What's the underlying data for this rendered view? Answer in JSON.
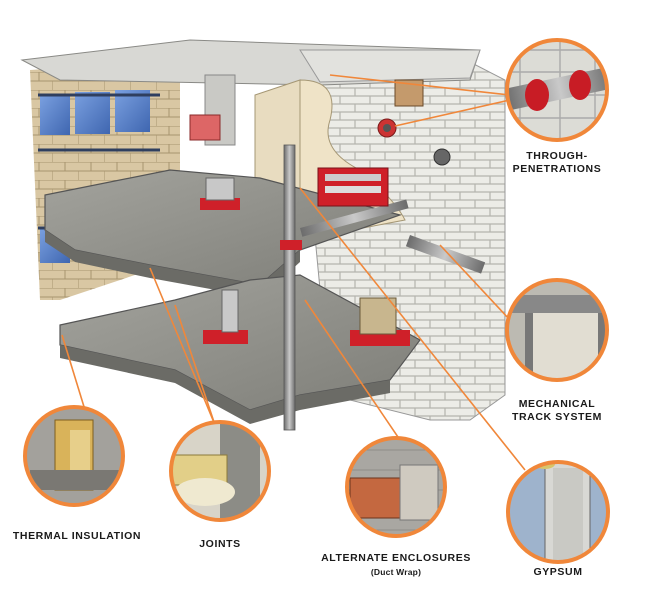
{
  "callouts": {
    "through_penetrations": {
      "line1": "THROUGH-",
      "line2": "PENETRATIONS"
    },
    "mechanical_track": {
      "line1": "MECHANICAL",
      "line2": "TRACK SYSTEM"
    },
    "gypsum": {
      "label": "GYPSUM"
    },
    "alternate_enclosures": {
      "label": "ALTERNATE ENCLOSURES",
      "sub": "(Duct Wrap)"
    },
    "joints": {
      "label": "JOINTS"
    },
    "thermal_insulation": {
      "label": "THERMAL INSULATION"
    }
  },
  "colors": {
    "callout_ring": "#f0873a",
    "leader_line": "#f0873a",
    "fire_seal": "#d0202a",
    "slab": "#8d8d88",
    "brick": "#ebebe6",
    "glass": "#5d82c8",
    "gypsum_board": "#e8dcc0",
    "insulation": "#d8c9a0"
  }
}
